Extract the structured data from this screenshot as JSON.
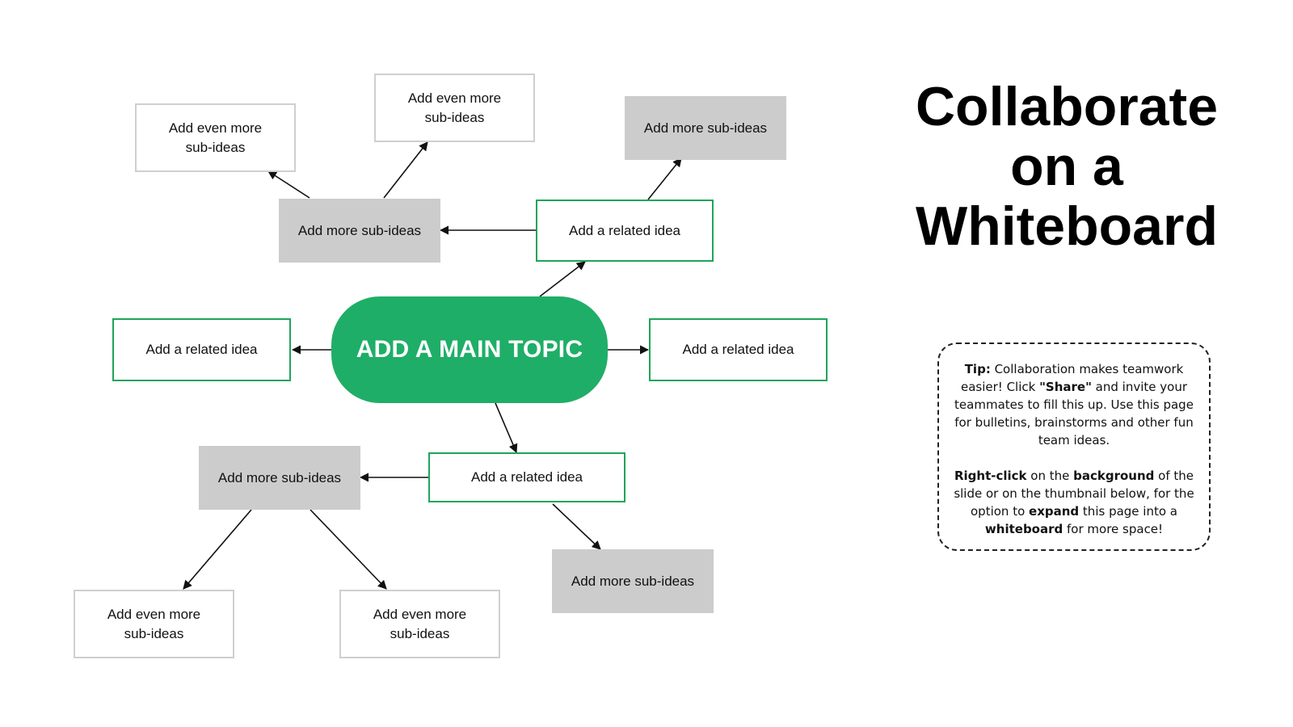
{
  "title": {
    "line1": "Collaborate",
    "line2": "on a",
    "line3": "Whiteboard"
  },
  "colors": {
    "accent": "#1fae67",
    "green_border": "#1fa45a",
    "grey_box": "#cccccc"
  },
  "main_topic": "ADD A MAIN TOPIC",
  "related": {
    "left": "Add a related idea",
    "right": "Add a related idea",
    "top": "Add a related idea",
    "bottom": "Add a related idea"
  },
  "sub": {
    "top_left": "Add more sub-ideas",
    "top_right": "Add more sub-ideas",
    "bottom_left": "Add more sub-ideas",
    "bottom_right": "Add more sub-ideas"
  },
  "even_more": {
    "top_a": {
      "line1": "Add even more",
      "line2": "sub-ideas"
    },
    "top_b": {
      "line1": "Add even more",
      "line2": "sub-ideas"
    },
    "bottom_a": {
      "line1": "Add even more",
      "line2": "sub-ideas"
    },
    "bottom_b": {
      "line1": "Add even more",
      "line2": "sub-ideas"
    }
  },
  "tip": {
    "p1": {
      "t1": "Tip:",
      "t2": " Collaboration makes teamwork easier! Click ",
      "t3": "\"Share\"",
      "t4": " and invite your teammates to fill this up. Use this page for bulletins, brainstorms and other fun team ideas."
    },
    "p2": {
      "t1": "Right-click",
      "t2": " on the ",
      "t3": "background",
      "t4": " of the slide or on the thumbnail below, for the option to ",
      "t5": "expand",
      "t6": " this page into a ",
      "t7": "whiteboard",
      "t8": " for more space!"
    }
  }
}
